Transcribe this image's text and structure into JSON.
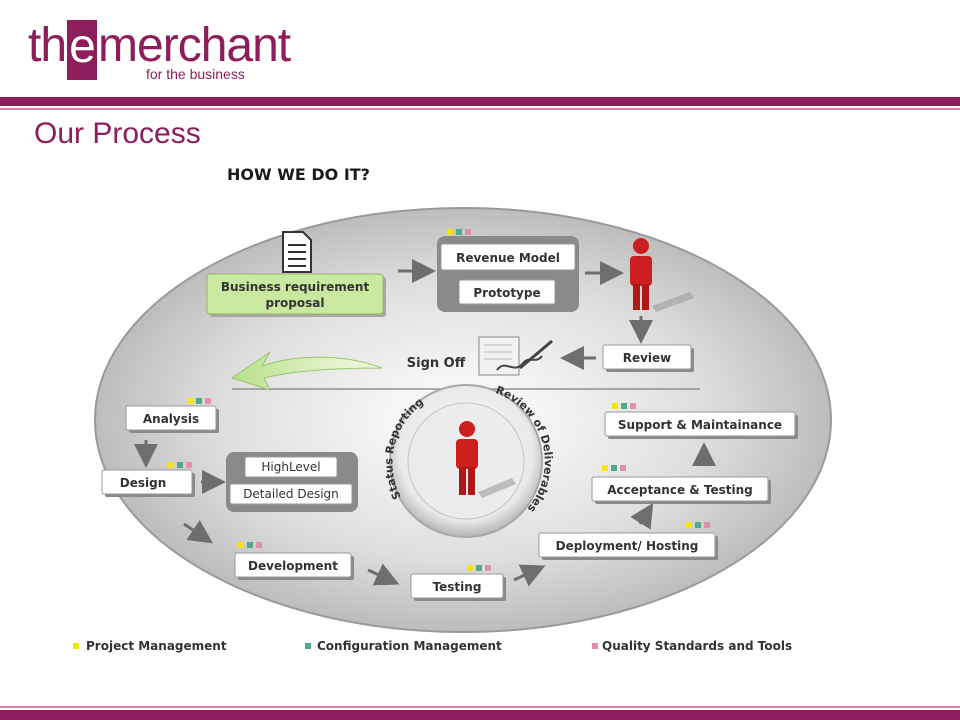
{
  "header": {
    "logo_part1": "th",
    "logo_e": "e",
    "logo_part2": "merchant",
    "logo_tagline": "for the business",
    "brand_color": "#8e1d5c"
  },
  "page_title": "Our Process",
  "subtitle": "HOW WE DO IT?",
  "diagram": {
    "boxes": {
      "business_requirement": [
        "Business requirement",
        "proposal"
      ],
      "revenue_model": "Revenue Model",
      "prototype": "Prototype",
      "review": "Review",
      "sign_off": "Sign Off",
      "analysis": "Analysis",
      "design": "Design",
      "high_level": "HighLevel",
      "detailed_design": "Detailed Design",
      "development": "Development",
      "testing": "Testing",
      "deployment": "Deployment/ Hosting",
      "acceptance": "Acceptance & Testing",
      "support": "Support & Maintainance"
    },
    "center_labels": {
      "status_reporting": "Status Reporting",
      "review_of_deliverables": "Review of Deliverables"
    },
    "legend": [
      {
        "label": "Project Management",
        "color": "#f5e50a"
      },
      {
        "label": "Configuration Management",
        "color": "#4fa98a"
      },
      {
        "label": "Quality Standards and Tools",
        "color": "#e28fb3"
      }
    ],
    "colors": {
      "proposal_box": "#c9e8a0",
      "figure": "#cc1f1f",
      "ellipse": "#c8c8c8"
    }
  }
}
